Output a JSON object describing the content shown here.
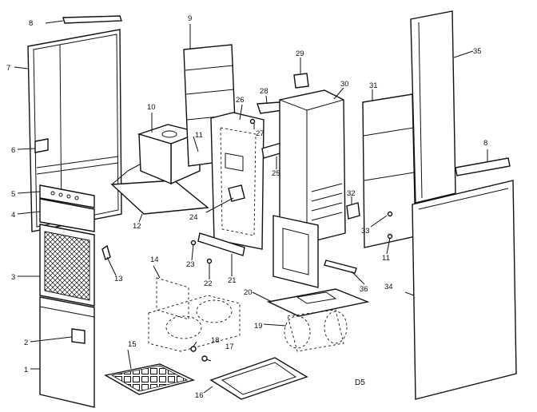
{
  "diagram": {
    "footer_code": "D5",
    "callouts": {
      "n1": "1",
      "n2": "2",
      "n3": "3",
      "n4": "4",
      "n5": "5",
      "n6": "6",
      "n7": "7",
      "n8a": "8",
      "n8b": "8",
      "n9": "9",
      "n10": "10",
      "n11a": "11",
      "n11b": "11",
      "n12": "12",
      "n13": "13",
      "n14": "14",
      "n15": "15",
      "n16": "16",
      "n17": "17",
      "n18": "18",
      "n19": "19",
      "n20": "20",
      "n21": "21",
      "n22": "22",
      "n23": "23",
      "n24": "24",
      "n25": "25",
      "n26": "26",
      "n27": "27",
      "n28": "28",
      "n29": "29",
      "n30": "30",
      "n31": "31",
      "n32": "32",
      "n33": "33",
      "n34": "34",
      "n35": "35",
      "n36": "36"
    }
  }
}
